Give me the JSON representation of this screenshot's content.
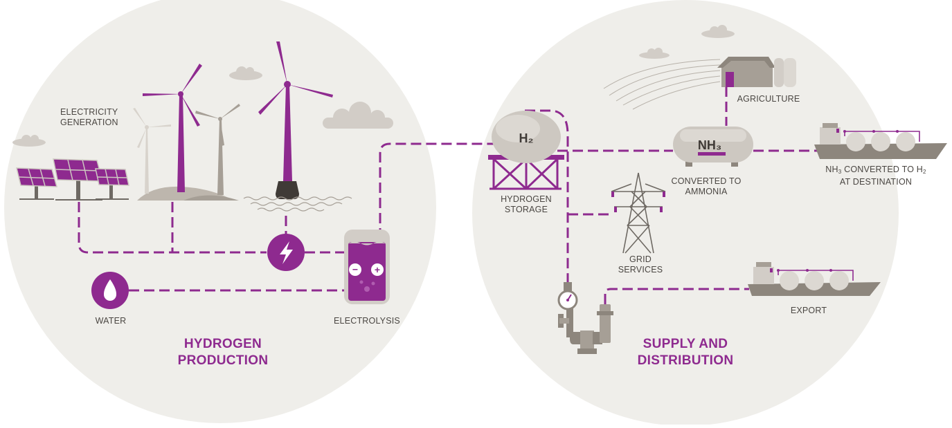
{
  "colors": {
    "accent": "#8e2a8f",
    "circle_bg": "#efeeea",
    "gray_dark": "#9c958c",
    "gray_light": "#cdc8c1",
    "text": "#4a4642"
  },
  "production": {
    "title_line1": "HYDROGEN",
    "title_line2": "PRODUCTION",
    "electricity_line1": "ELECTRICITY",
    "electricity_line2": "GENERATION",
    "water": "WATER",
    "electrolysis": "ELECTROLYSIS",
    "electrolysis_minus": "−",
    "electrolysis_plus": "+"
  },
  "distribution": {
    "title_line1": "SUPPLY AND",
    "title_line2": "DISTRIBUTION",
    "h2_tank_label": "H₂",
    "storage_line1": "HYDROGEN",
    "storage_line2": "STORAGE",
    "nh3_tank_label": "NH₃",
    "ammonia_line1": "CONVERTED TO",
    "ammonia_line2": "AMMONIA",
    "agriculture": "AGRICULTURE",
    "grid_line1": "GRID",
    "grid_line2": "SERVICES",
    "nh3_dest_line1_a": "NH",
    "nh3_dest_line1_sub": "3",
    "nh3_dest_line1_b": " CONVERTED TO H",
    "nh3_dest_line1_sub2": "2",
    "nh3_dest_line2": "AT DESTINATION",
    "export": "EXPORT"
  },
  "icons": [
    "solar-panel-icon",
    "wind-turbine-icon",
    "lightning-bolt-icon",
    "water-drop-icon",
    "electrolyzer-icon",
    "hydrogen-tank-icon",
    "ammonia-tank-icon",
    "barn-icon",
    "silo-icon",
    "pylon-icon",
    "ship-icon",
    "pipe-valve-icon",
    "pressure-gauge-icon",
    "cloud-icon"
  ]
}
